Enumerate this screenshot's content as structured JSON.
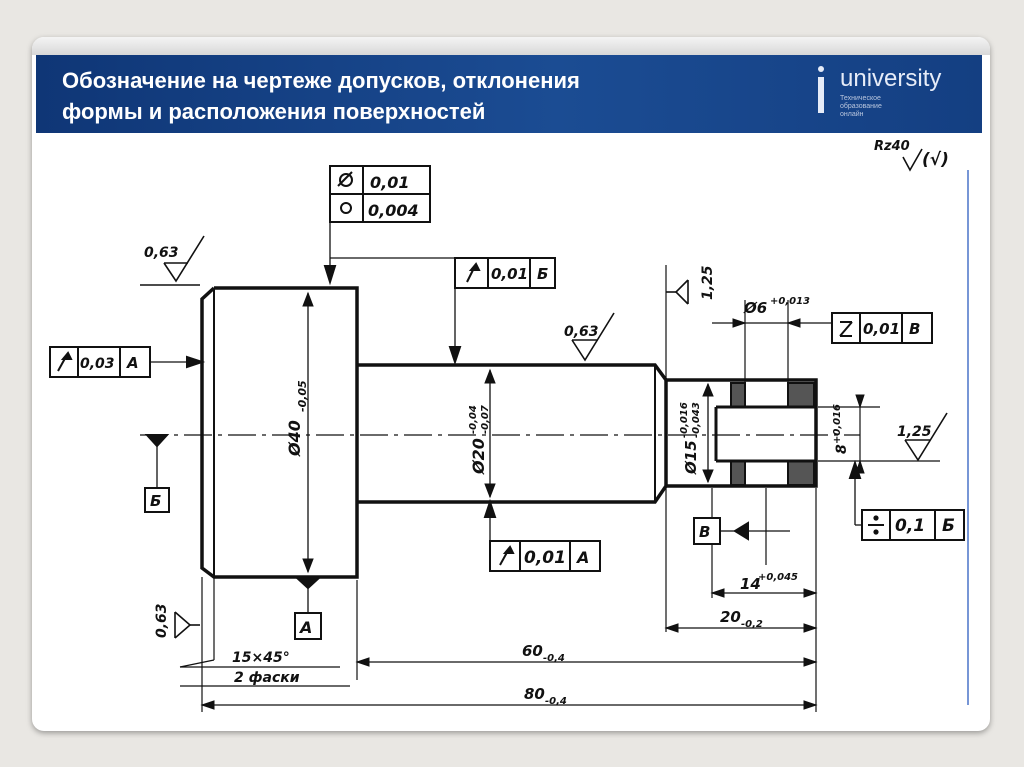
{
  "header": {
    "title_line1": "Обозначение на чертеже допусков, отклонения",
    "title_line2": "формы и расположения поверхностей",
    "logo_word": "university",
    "logo_sub": [
      "Техническое",
      "образование",
      "онлайн"
    ]
  },
  "drawing": {
    "roughness_general": "Rz40",
    "roughness_general_symbol": "(√)",
    "tol_cyl": {
      "value1": "0,01",
      "value2": "0,004"
    },
    "tol_runout_mid": {
      "value": "0,01",
      "datum": "Б"
    },
    "tol_runout_left": {
      "value": "0,03",
      "datum": "А"
    },
    "tol_runout_bottom": {
      "value": "0,01",
      "datum": "А"
    },
    "tol_parallel_hole": {
      "value": "0,01",
      "datum": "В"
    },
    "tol_symmetry": {
      "value": "0,1",
      "datum": "Б"
    },
    "datum_a": "А",
    "datum_b": "Б",
    "datum_v": "В",
    "roughness_left_top": "0,63",
    "roughness_mid": "0,63",
    "roughness_left_bottom": "0,63",
    "roughness_right_top": "1,25",
    "roughness_right": "1,25",
    "dia40": "Ø40",
    "dia40_tol": "-0,05",
    "dia20": "Ø20",
    "dia20_tol_upper": "-0,04",
    "dia20_tol_lower": "-0,07",
    "dia15": "Ø15",
    "dia15_tol_upper": "-0,016",
    "dia15_tol_lower": "-0,043",
    "hole6": "Ø6",
    "hole6_tol": "+0,013",
    "slot8": "8",
    "slot8_tol": "+0,016",
    "len14": "14",
    "len14_tol": "+0,045",
    "len20": "20",
    "len20_tol": "-0,2",
    "len60": "60",
    "len60_tol": "-0,4",
    "len80": "80",
    "len80_tol": "-0,4",
    "chamfer": "15×45°",
    "chamfer_note": "2 фаски"
  }
}
